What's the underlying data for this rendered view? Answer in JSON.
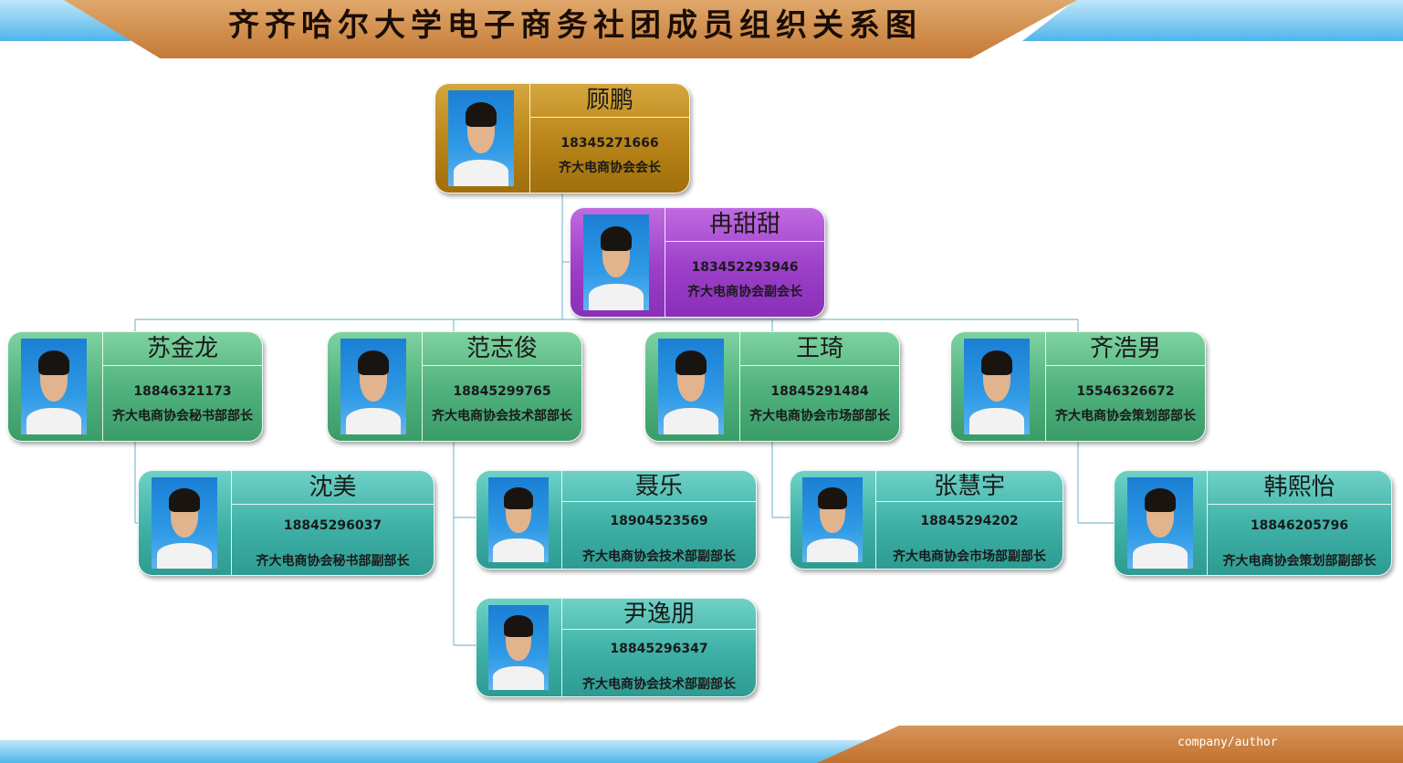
{
  "title": "齐齐哈尔大学电子商务社团成员组织关系图",
  "footer": "company/author",
  "colors": {
    "gold": "#b88418",
    "purple": "#9c3fc9",
    "green": "#4eb07c",
    "teal": "#3eb0a6",
    "title_band": "#c57a36",
    "accent_blue": "#4fb5ea"
  },
  "members": {
    "president": {
      "name": "顾鹏",
      "phone": "18345271666",
      "role": "齐大电商协会会长"
    },
    "vice_president": {
      "name": "冉甜甜",
      "phone": "183452293946",
      "role": "齐大电商协会副会长"
    },
    "secretary_head": {
      "name": "苏金龙",
      "phone": "18846321173",
      "role": "齐大电商协会秘书部部长"
    },
    "tech_head": {
      "name": "范志俊",
      "phone": "18845299765",
      "role": "齐大电商协会技术部部长"
    },
    "market_head": {
      "name": "王琦",
      "phone": "18845291484",
      "role": "齐大电商协会市场部部长"
    },
    "planning_head": {
      "name": "齐浩男",
      "phone": "15546326672",
      "role": "齐大电商协会策划部部长"
    },
    "secretary_deputy": {
      "name": "沈美",
      "phone": "18845296037",
      "role": "齐大电商协会秘书部副部长"
    },
    "tech_deputy_1": {
      "name": "聂乐",
      "phone": "18904523569",
      "role": "齐大电商协会技术部副部长"
    },
    "tech_deputy_2": {
      "name": "尹逸朋",
      "phone": "18845296347",
      "role": "齐大电商协会技术部副部长"
    },
    "market_deputy": {
      "name": "张慧宇",
      "phone": "18845294202",
      "role": "齐大电商协会市场部副部长"
    },
    "planning_deputy": {
      "name": "韩熙怡",
      "phone": "18846205796",
      "role": "齐大电商协会策划部副部长"
    }
  }
}
